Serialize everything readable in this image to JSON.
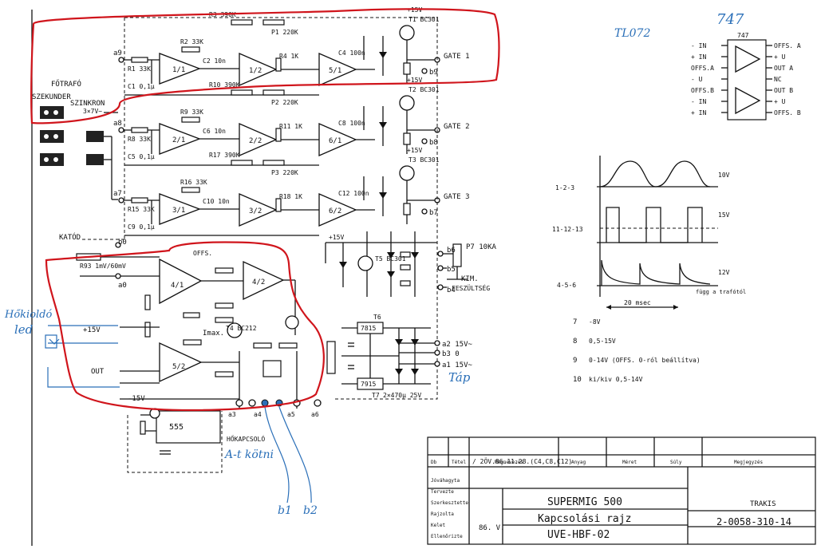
{
  "title_block": {
    "product": "SUPERMIG 500",
    "drawing_title": "Kapcsolási rajz",
    "drawing_code": "UVE-HBF-02",
    "drawing_number": "2-0058-310-14",
    "company": "TRAKIS",
    "revision_note": "/ 2ÖV.86.11.28.(C4,C8,C12)",
    "date": "86. V.",
    "header_cells": [
      "Db",
      "Tétel",
      "Megnevezés",
      "Anyag",
      "Méret",
      "Súly",
      "Megjegyzés"
    ],
    "row_labels": [
      "Jóváhagyta",
      "Tervezte",
      "Szerkesztette",
      "Rajzolta",
      "Kelet",
      "Ellenőrizte"
    ]
  },
  "channels": [
    {
      "input": "a9",
      "r_in": "R1 33K",
      "c": "C1 0,1µ",
      "r_fb": "R2 33K",
      "c2": "C2 10n",
      "op1": "1/1",
      "op2": "1/2",
      "op3": "5/1",
      "pot": "P1 220K",
      "r3": "R3 390K",
      "r4": "R4 1K",
      "transistor": "T1 BC301",
      "cout": "C4 100n",
      "gate": "GATE 1",
      "out": "b9"
    },
    {
      "input": "a8",
      "r_in": "R8 33K",
      "c": "C5 0,1µ",
      "r_fb": "R9 33K",
      "c2": "C6 10n",
      "op1": "2/1",
      "op2": "2/2",
      "op3": "6/1",
      "pot": "P2 220K",
      "r3": "R10 390K",
      "r4": "R11 1K",
      "transistor": "T2 BC301",
      "cout": "C8 100n",
      "gate": "GATE 2",
      "out": "b8"
    },
    {
      "input": "a7",
      "r_in": "R15 33K",
      "c": "C9 0,1µ",
      "r_fb": "R16 33K",
      "c2": "C10 10n",
      "op1": "3/1",
      "op2": "3/2",
      "op3": "6/2",
      "pot": "P3 220K",
      "r3": "R17 390K",
      "r4": "R18 1K",
      "transistor": "T3 BC301",
      "cout": "C12 100n",
      "gate": "GATE 3",
      "out": "b7"
    }
  ],
  "labels": {
    "fotrafo": "FŐTRAFÓ",
    "szekunder": "SZEKUNDER",
    "szinkron": "SZINKRON",
    "szinkron_v": "3×7V~",
    "katod": "KATÓD",
    "b0": "b0",
    "a0": "a0",
    "rsh": "R93 1mV/60mV",
    "plus15": "+15V",
    "minus15": "-15V",
    "out": "OUT",
    "imax": "Imax.",
    "hokapcsolo": "HŐKAPCSOLÓ",
    "offs": "OFFS.",
    "kim": "KIM.",
    "feszultseg": "FESZÜLTSÉG",
    "t5": "T5 BC301",
    "t4": "T4 BC212",
    "t7": "T7",
    "ic_7815": "7815",
    "ic_7915": "7915",
    "ic_555": "555",
    "tap_b": "b3 0",
    "tap_a2": "a2 15V~",
    "tap_a1": "a1 15V~",
    "p7": "P7 10KA",
    "b6": "b6",
    "b5": "b5",
    "b4": "b4",
    "a3": "a3",
    "a4": "a4",
    "a5": "a5",
    "a6": "a6",
    "c_supply": "2×470µ 25V"
  },
  "handwriting": {
    "helvolt": "Hőkioldó",
    "led": "led",
    "tap": "Táp",
    "altkotni": "A-t kötni",
    "b1": "b1",
    "b2": "b2",
    "ref": "TL072",
    "ic_type": "747"
  },
  "pinout": {
    "part": "747",
    "left": [
      "- IN",
      "+ IN",
      "OFFS.A",
      "- U",
      "OFFS.B",
      "- IN",
      "+ IN"
    ],
    "right": [
      "OFFS. A",
      "+ U",
      "OUT A",
      "NC",
      "OUT B",
      "+ U",
      "OFFS. B"
    ]
  },
  "waveforms": {
    "wave1": {
      "pins": "1-2-3",
      "level": "10V"
    },
    "wave2": {
      "pins": "11-12-13",
      "level": "15V"
    },
    "wave3": {
      "pins": "4-5-6",
      "level": "12V"
    },
    "time": "20 msec",
    "note": "függ a trafótól"
  },
  "notes": [
    {
      "n": "7",
      "text": "-8V"
    },
    {
      "n": "8",
      "text": "0,5-15V"
    },
    {
      "n": "9",
      "text": "0-14V (OFFS. 0-ról beállítva)"
    },
    {
      "n": "10",
      "text": "ki/kiv 0,5-14V"
    }
  ]
}
